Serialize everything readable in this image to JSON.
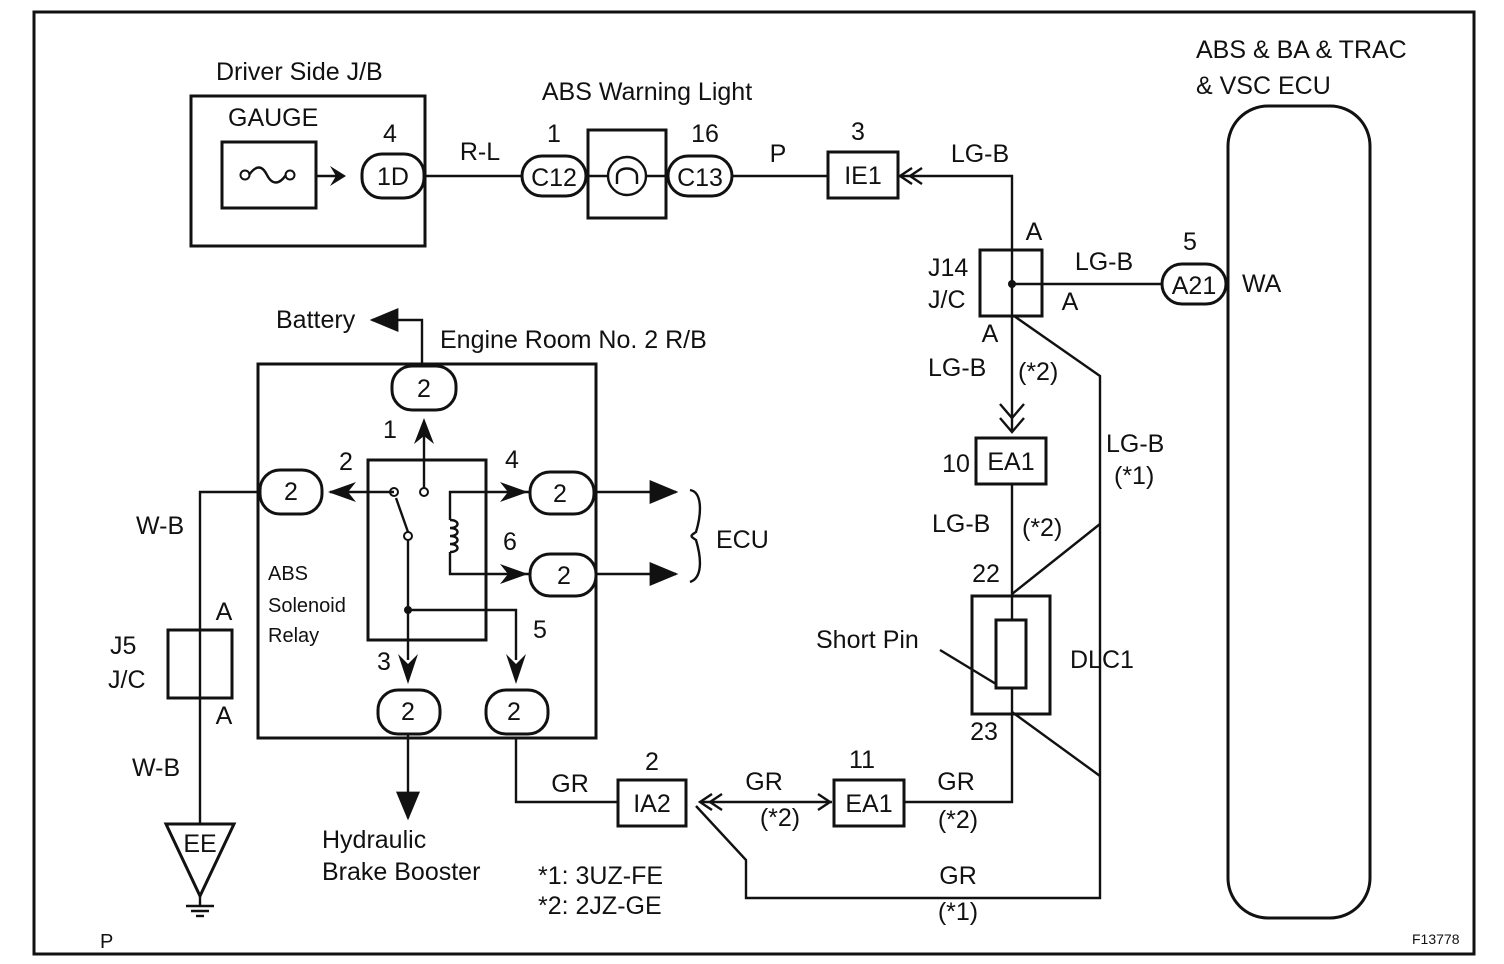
{
  "labels": {
    "driver_jb": "Driver Side J/B",
    "gauge": "GAUGE",
    "abs_warning_light": "ABS Warning Light",
    "ecu_title_1": "ABS & BA & TRAC",
    "ecu_title_2": "& VSC ECU",
    "battery": "Battery",
    "engine_room_rb": "Engine Room No. 2 R/B",
    "abs_solenoid_1": "ABS",
    "abs_solenoid_2": "Solenoid",
    "abs_solenoid_3": "Relay",
    "ecu": "ECU",
    "j14": "J14",
    "j14_jc": "J/C",
    "j5": "J5",
    "j5_jc": "J/C",
    "short_pin": "Short Pin",
    "dlc1": "DLC1",
    "hydraulic_1": "Hydraulic",
    "hydraulic_2": "Brake Booster",
    "wa": "WA",
    "note_1": "*1: 3UZ-FE",
    "note_2": "*2: 2JZ-GE",
    "corner_p": "P",
    "fig_id": "F13778",
    "ground": "EE"
  },
  "connectors": {
    "c1d": "1D",
    "c12": "C12",
    "c13": "C13",
    "ie1": "IE1",
    "a21": "A21",
    "ea1_top": "EA1",
    "ea1_bot": "EA1",
    "ia2": "IA2",
    "rb_top": "2",
    "rb_left": "2",
    "rb_4": "2",
    "rb_6": "2",
    "rb_b3": "2",
    "rb_b5": "2"
  },
  "pins": {
    "p4": "4",
    "p1": "1",
    "p16": "16",
    "p3": "3",
    "p5": "5",
    "pa1": "A",
    "pa2": "A",
    "pa3": "A",
    "r1": "1",
    "r2": "2",
    "r4": "4",
    "r6": "6",
    "r3": "3",
    "r5": "5",
    "p10": "10",
    "p22": "22",
    "p23": "23",
    "p11": "11",
    "p2": "2",
    "j5a1": "A",
    "j5a2": "A"
  },
  "wires": {
    "rl": "R-L",
    "p": "P",
    "lgb1": "LG-B",
    "lgb2": "LG-B",
    "lgb3": "LG-B",
    "lgb4": "LG-B",
    "lgb5": "LG-B",
    "wb1": "W-B",
    "wb2": "W-B",
    "gr1": "GR",
    "gr2": "GR",
    "gr3": "GR",
    "gr4": "GR",
    "s2a": "(*2)",
    "s1a": "(*1)",
    "s2b": "(*2)",
    "s2c": "(*2)",
    "s2d": "(*2)",
    "s1b": "(*1)"
  }
}
